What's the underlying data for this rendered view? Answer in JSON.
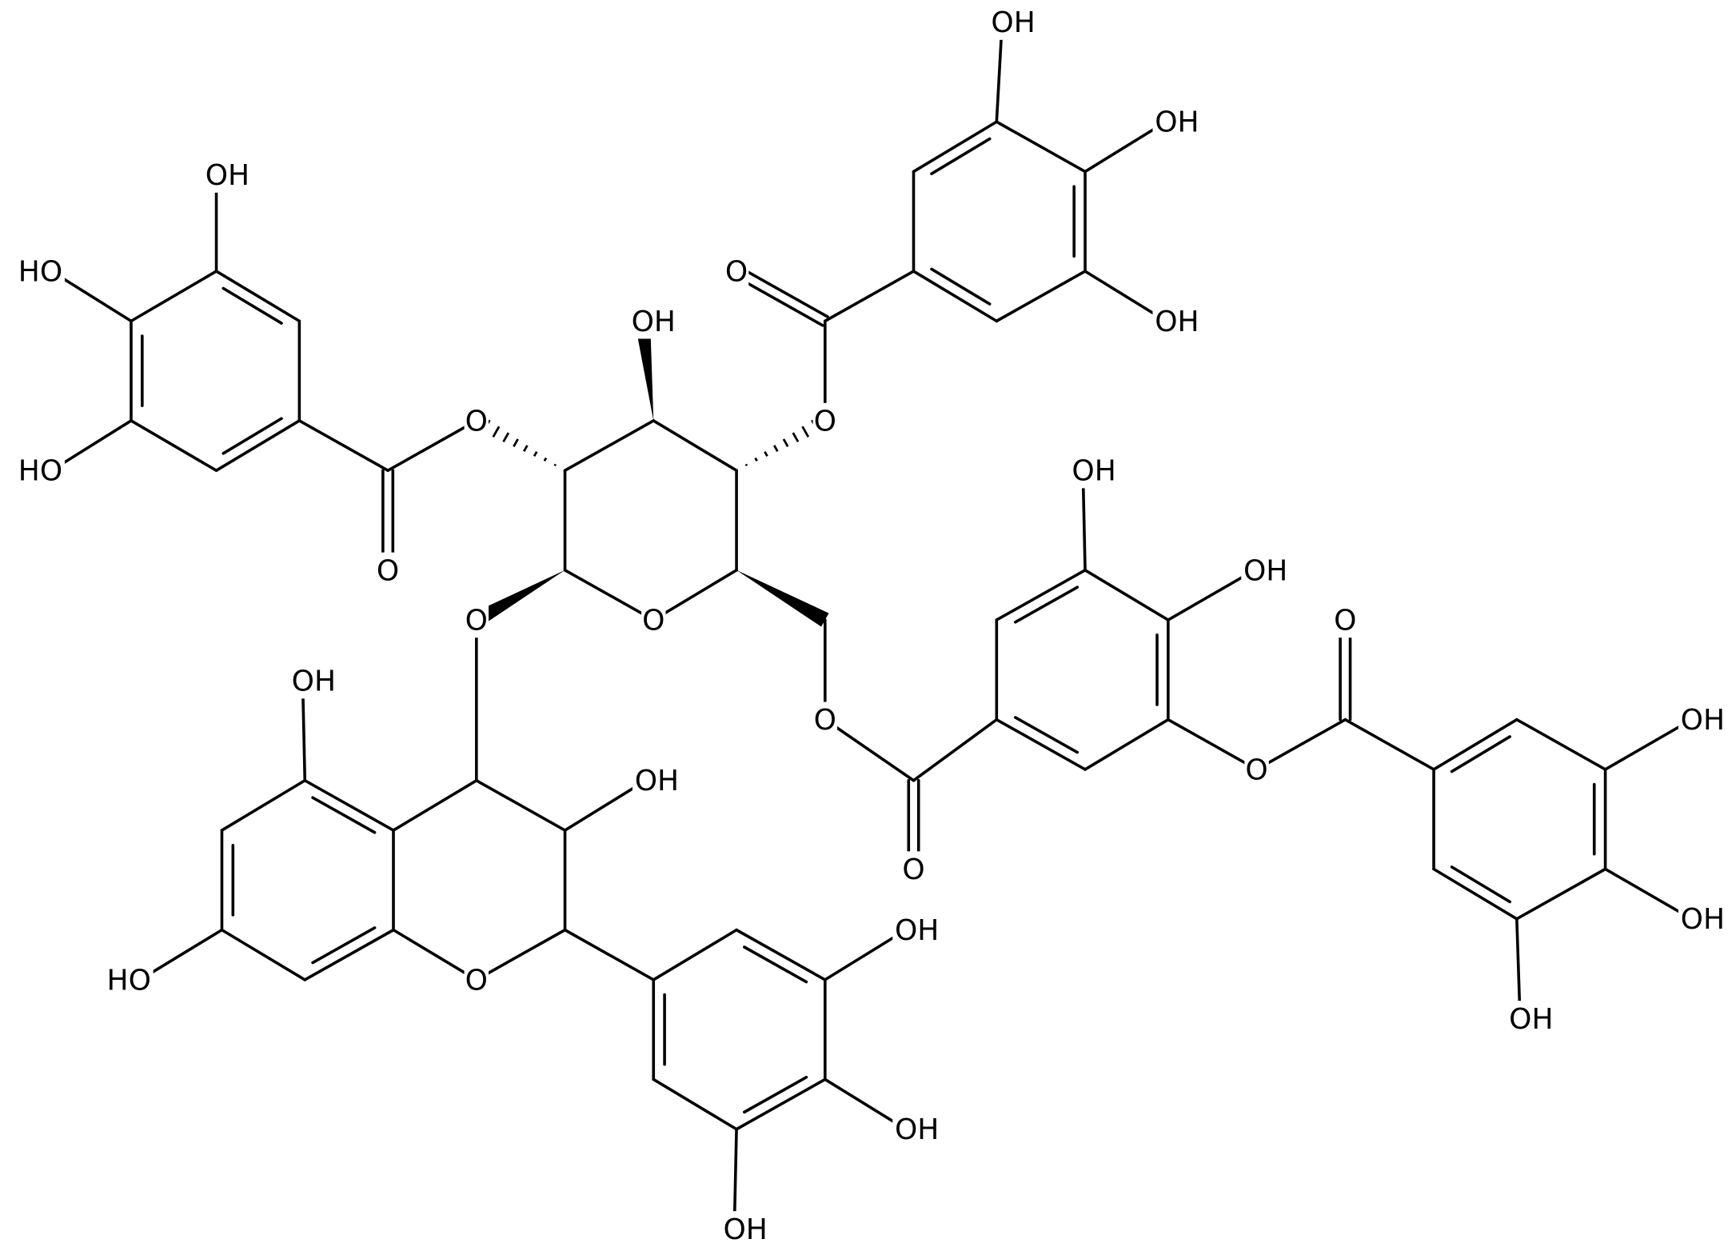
{
  "diagram": {
    "type": "chemical-structure",
    "atom_labels": [
      "OH",
      "HO",
      "HO",
      "O",
      "O",
      "OH",
      "O",
      "O",
      "OH",
      "OH",
      "OH",
      "O",
      "O",
      "O",
      "O",
      "OH",
      "OH",
      "O",
      "O",
      "OH",
      "OH",
      "OH",
      "OH",
      "OH",
      "HO",
      "O",
      "OH",
      "OH",
      "OH"
    ],
    "line_color": "#000000",
    "background": "#ffffff"
  }
}
